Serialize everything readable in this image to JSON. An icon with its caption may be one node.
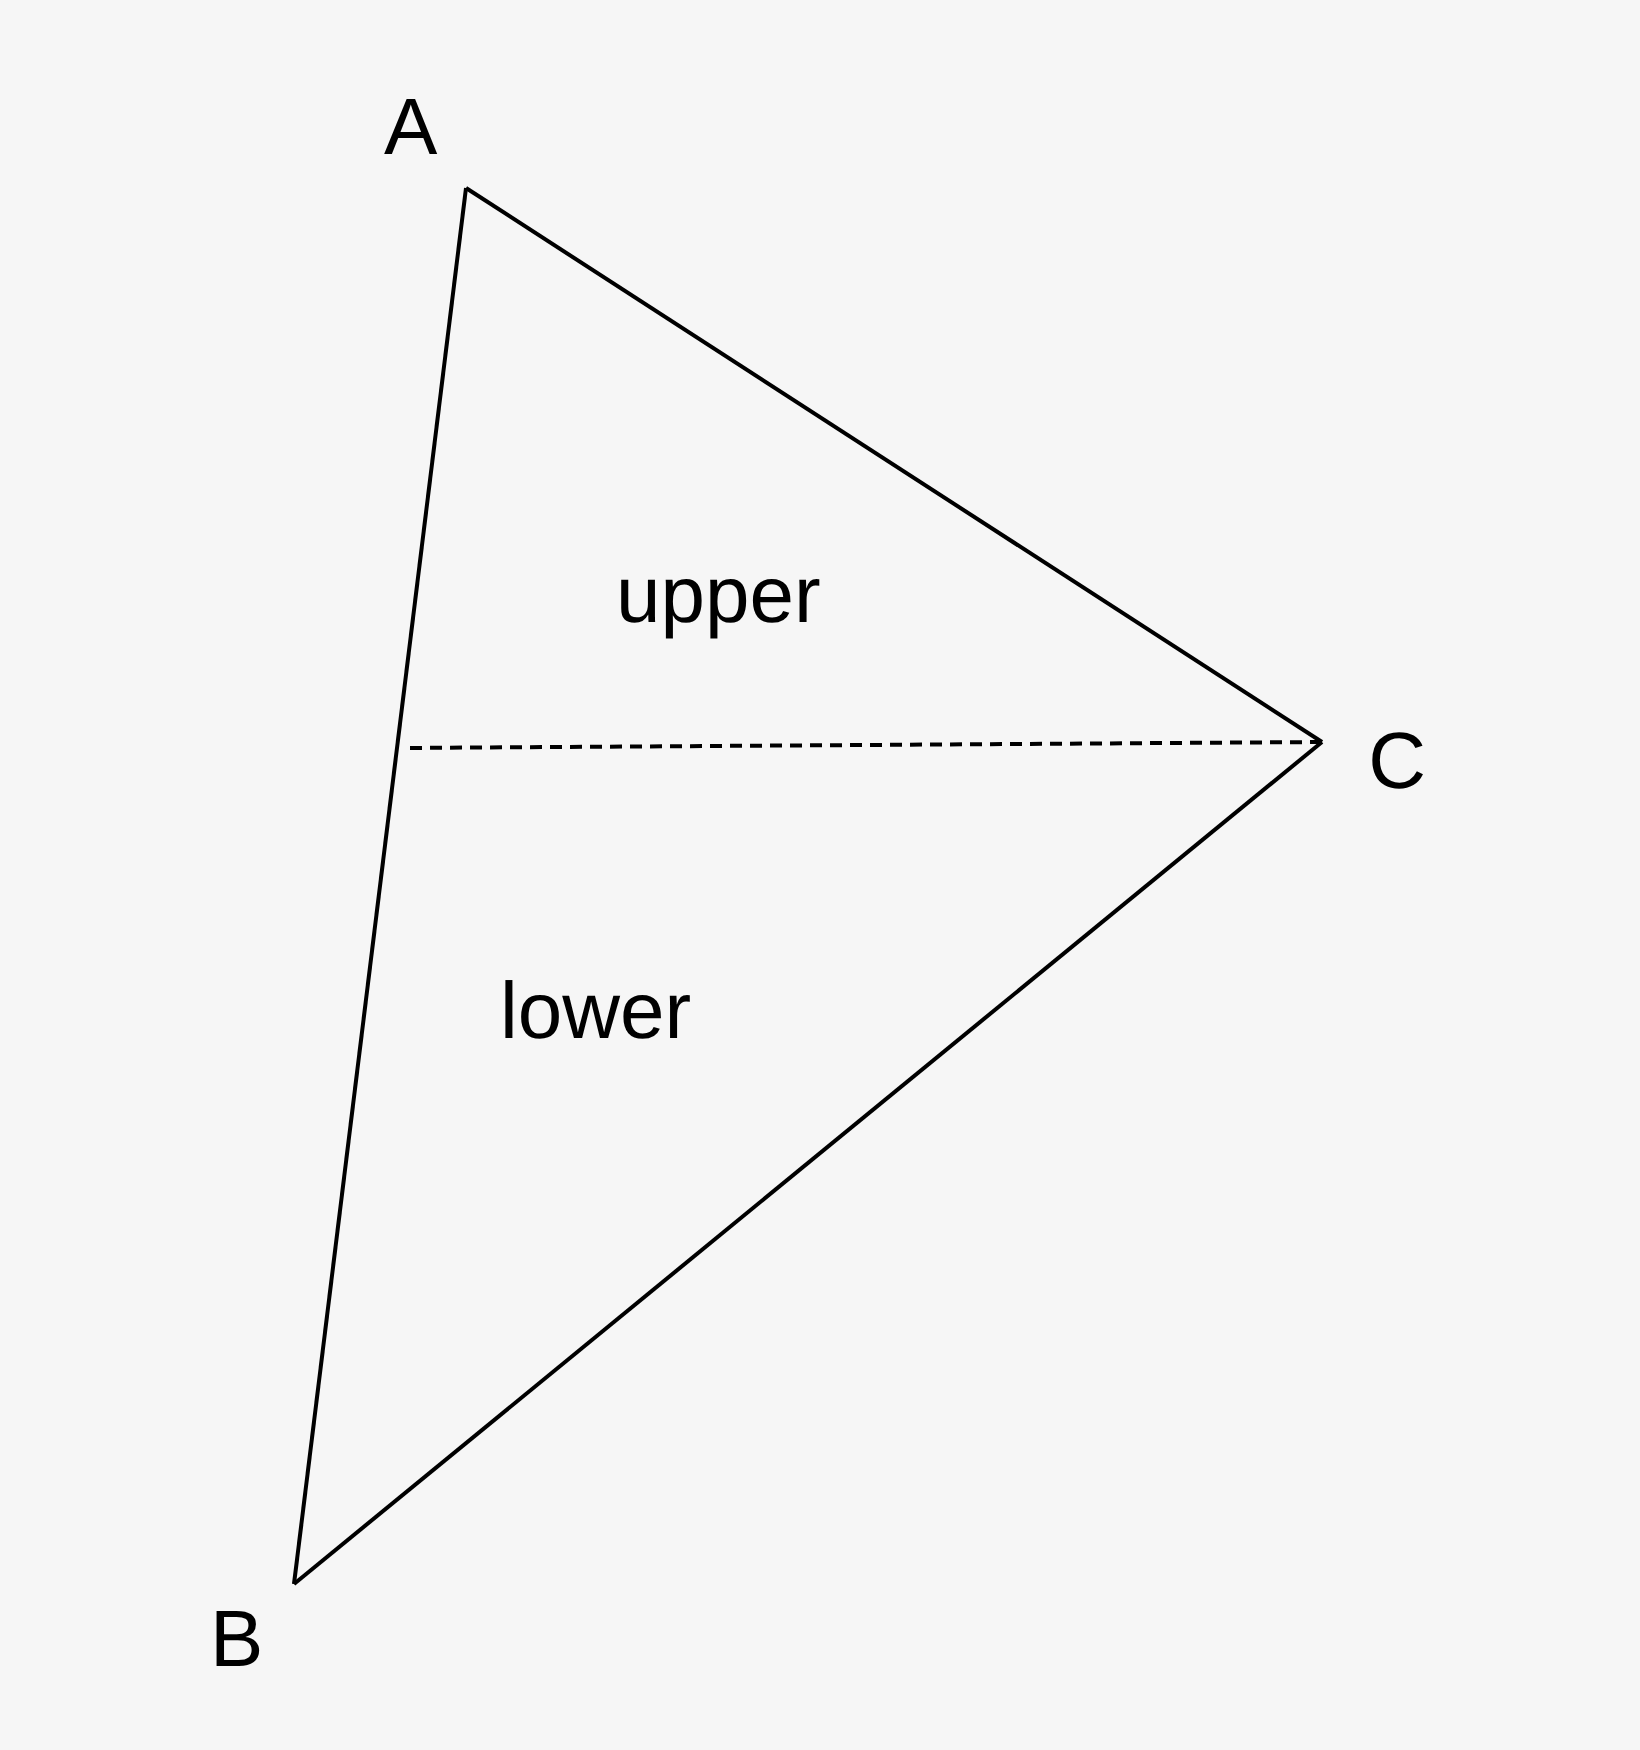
{
  "diagram": {
    "nodes": [
      {
        "text": [
          "A"
        ]
      },
      {
        "text": [
          "B"
        ]
      },
      {
        "text": [
          "C"
        ]
      }
    ],
    "edges": [
      {
        "from": 0,
        "to": 1,
        "arrow": "none"
      },
      {
        "from": 0,
        "to": 2,
        "arrow": "none"
      },
      {
        "from": 1,
        "to": 2,
        "arrow": "none"
      },
      {
        "from": 2,
        "to": null,
        "arrow": "none",
        "style": "dashed"
      }
    ],
    "labels": [
      "upper",
      "lower"
    ]
  }
}
